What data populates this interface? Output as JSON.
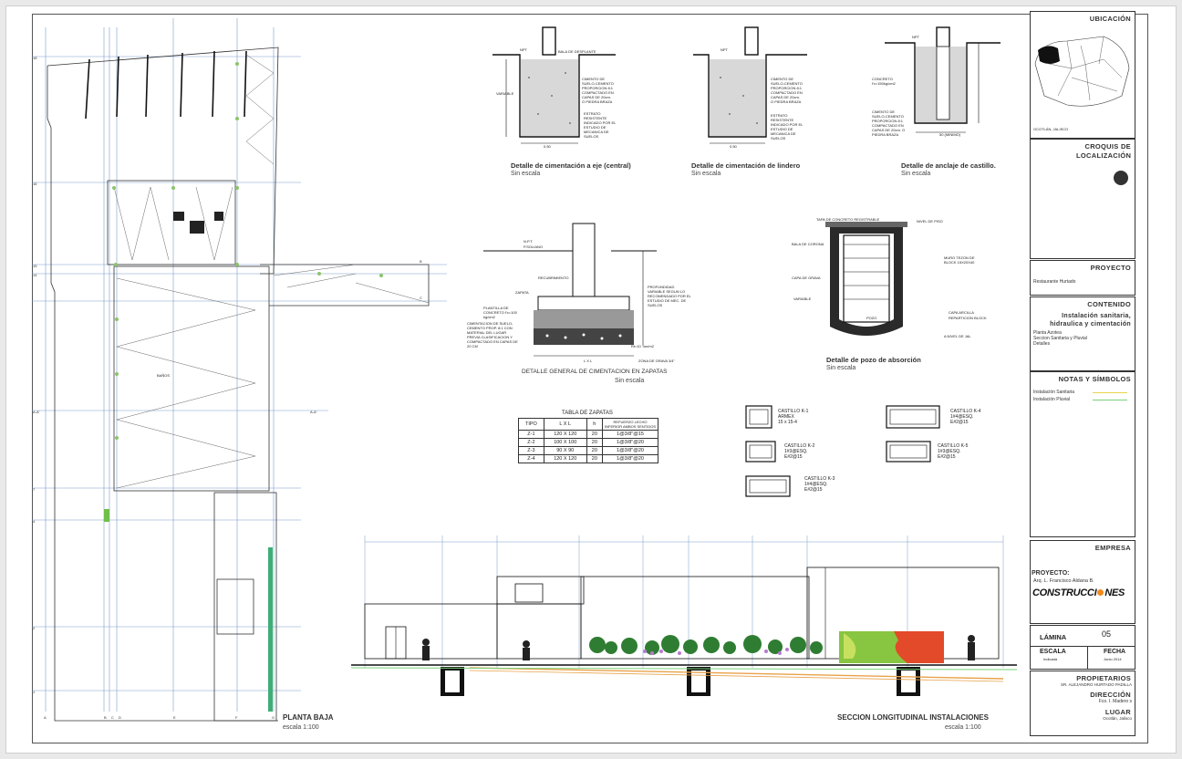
{
  "plan": {
    "title": "PLANTA BAJA",
    "scale": "escala 1:100",
    "room_label": "BAÑOS"
  },
  "details": {
    "eje_title": "Detalle de cimentación a eje (central)",
    "eje_scale": "Sin escala",
    "lindero_title": "Detalle de cimentación de lindero",
    "lindero_scale": "Sin escala",
    "castillo_title": "Detalle de anclaje de castillo.",
    "castillo_scale": "Sin escala",
    "zapatas_title": "DETALLE GENERAL DE CIMENTACION EN ZAPATAS",
    "zapatas_scale": "Sin escala",
    "pozo_title": "Detalle de pozo de absorción",
    "pozo_scale": "Sin escala",
    "soil_note": "CIMENTO DE SUELO-CEMENTO PROPORCION 8:1 COMPACTADO EN CAPAS DE 20cm. O PIEDRA BRAZA",
    "estrato_note": "ESTRATO RESISTENTE INDICADO POR EL ESTUDIO DE MECANICA DE SUELOS",
    "bala_note": "BALA DE DESPLANTE",
    "npt": "NPT",
    "width_050": "0.50",
    "width_050b": "0.50",
    "variable": "VARIABLE",
    "concreto_note": "CONCRETO f'c=150kg/cm2",
    "castillo_dim": "50 (MINIMO)",
    "pozo_notes": [
      "TAPA DE CONCRETO REGISTRABLE",
      "NIVEL DE PISO",
      "BALA DE CORONA",
      "MURO TEZON DE BLOCK 15X20X40",
      "CAPA DE GRAVA",
      "VARIABLE",
      "POZO",
      "CAPA ARCILLA",
      "REPARTICION BLOCK",
      "A NIVEL DE JAL"
    ],
    "zap_notes": [
      "N.P.T.",
      "P.SOLIANO",
      "RECUBRIMIENTO",
      "ZAPATA",
      "PLANTILLA DE CONCRETO f'c=100 kg/cm2",
      "CIMENTACION DE SUELO-CEMENTO PROP. 8:1 CON MATERIAL DEL LUGAR PREVIA CLASIFICACION Y COMPACTADO EN CAPAS DE 20 CM",
      "PROFUNDIDAD VARIABLE SEGUN LO RECOMENDADO POR EL ESTUDIO DE MEC. DE SUELOS",
      "ZONA DE GRAVA 3/4\"",
      "L X L",
      "Rt=10 Ton/m2"
    ]
  },
  "zapatas_table": {
    "title": "TABLA DE ZAPATAS",
    "headers": [
      "TIPO",
      "L X L",
      "h",
      "REFUERZO LECHO INFERIOR AMBOS SENTIDOS"
    ],
    "rows": [
      [
        "Z-1",
        "120 X 120",
        "20",
        "1@3/8\"@15"
      ],
      [
        "Z-2",
        "100 X 100",
        "20",
        "1@3/8\"@20"
      ],
      [
        "Z-3",
        "90 X 90",
        "20",
        "1@3/8\"@20"
      ],
      [
        "Z-4",
        "120 X 120",
        "20",
        "1@3/8\"@20"
      ]
    ]
  },
  "castillos": [
    {
      "name": "CASTILLO K-1",
      "spec": "ARMEX",
      "dims": "15 x 15-4"
    },
    {
      "name": "CASTILLO K-2",
      "spec": "1#3@ESQ.",
      "dims": "E#2@15"
    },
    {
      "name": "CASTILLO K-3",
      "spec": "1#4@ESQ.",
      "dims": "E#2@15"
    },
    {
      "name": "CASTILLO K-4",
      "spec": "1#4@ESQ.",
      "dims": "E#2@15"
    },
    {
      "name": "CASTILLO K-5",
      "spec": "1#3@ESQ.",
      "dims": "E#2@15"
    }
  ],
  "section": {
    "title": "SECCION LONGITUDINAL INSTALACIONES",
    "scale": "escala 1:100"
  },
  "titleblock": {
    "ubicacion": "UBICACIÓN",
    "ubicacion_caption": "OCOTLÁN, JALISCO",
    "croquis": "CROQUIS DE LOCALIZACIÓN",
    "proyecto_h": "PROYECTO",
    "proyecto_v": "Restaurante Hurtado",
    "contenido_h": "CONTENIDO",
    "contenido_main": "Instalación sanitaria, hidraulica y cimentación",
    "contenido_items": [
      "Planta Azotea",
      "Seccion Sanitaria y Pluvial",
      "Detalles"
    ],
    "notas_h": "NOTAS Y SÍMBOLOS",
    "nota_1": "Instalación Sanitaria",
    "nota_2": "Instalación Pluvial",
    "nota_1_color": "#e8d24a",
    "nota_2_color": "#7ad07a",
    "empresa_h": "EMPRESA",
    "empresa_proyecto": "PROYECTO:",
    "empresa_arq": "Arq. L. Francisco Aldana B.",
    "empresa_logo_a": "CONSTRUCCI",
    "empresa_logo_b": "NES",
    "lamina_h": "LÁMINA",
    "lamina_v": "05",
    "escala_h": "ESCALA",
    "escala_v": "Indicada",
    "fecha_h": "FECHA",
    "fecha_v": "Junio 2014",
    "propietarios_h": "PROPIETARIOS",
    "propietarios_v": "SR. ALEJANDRO HURTADO PADILLA",
    "direccion_h": "DIRECCIÓN",
    "direccion_v": "Fco. I. Madero s",
    "lugar_h": "LUGAR",
    "lugar_v": "Ocotlán, Jalisco"
  }
}
